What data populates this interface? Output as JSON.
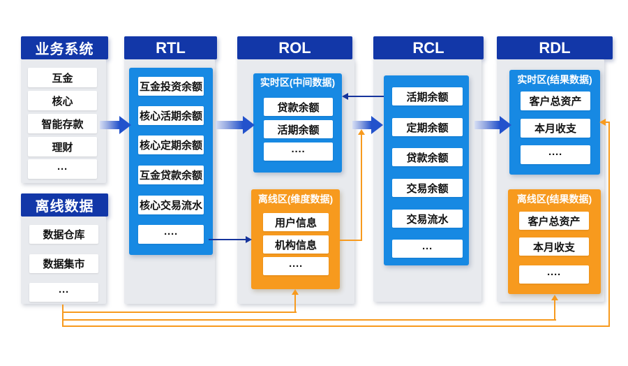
{
  "colors": {
    "header_navy": "#1237A8",
    "bright_blue": "#1789E3",
    "orange": "#F79A1E",
    "panel_gray": "#E8EAEE",
    "thick_arrow_blue": "#2352CC",
    "thin_arrow_navy": "#16349C"
  },
  "business": {
    "title": "业务系统",
    "items": [
      "互金",
      "核心",
      "智能存款",
      "理财",
      "···"
    ]
  },
  "offline": {
    "title": "离线数据",
    "items": [
      "数据仓库",
      "数据集市",
      "···"
    ]
  },
  "rtl": {
    "title": "RTL",
    "items": [
      "互金投资余额",
      "核心活期余额",
      "核心定期余额",
      "互金贷款余额",
      "核心交易流水",
      "····"
    ]
  },
  "rol": {
    "title": "ROL",
    "realtime": {
      "title": "实时区(中间数据)",
      "items": [
        "贷款余额",
        "活期余额",
        "····"
      ]
    },
    "offline": {
      "title": "离线区(维度数据)",
      "items": [
        "用户信息",
        "机构信息",
        "····"
      ]
    }
  },
  "rcl": {
    "title": "RCL",
    "items": [
      "活期余额",
      "定期余额",
      "贷款余额",
      "交易余额",
      "交易流水",
      "···"
    ]
  },
  "rdl": {
    "title": "RDL",
    "realtime": {
      "title": "实时区(结果数据)",
      "items": [
        "客户总资产",
        "本月收支",
        "····"
      ]
    },
    "offline": {
      "title": "离线区(结果数据)",
      "items": [
        "客户总资产",
        "本月收支",
        "····"
      ]
    }
  }
}
